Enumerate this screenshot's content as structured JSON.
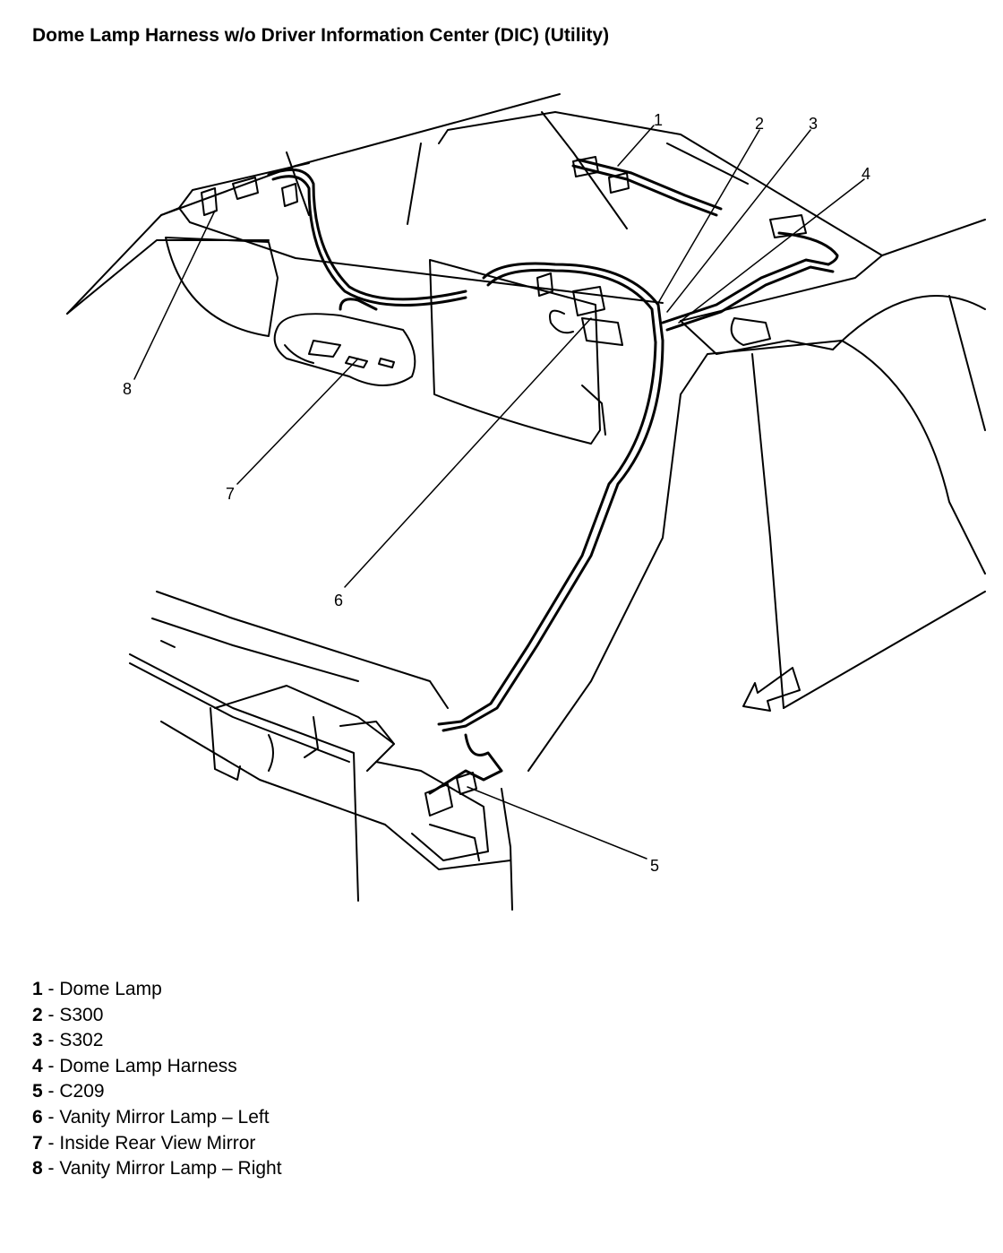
{
  "title": "Dome Lamp Harness w/o Driver Information Center (DIC) (Utility)",
  "callouts": [
    "1",
    "2",
    "3",
    "4",
    "5",
    "6",
    "7",
    "8"
  ],
  "legend": [
    {
      "num": "1",
      "sep": " - ",
      "label": "Dome Lamp"
    },
    {
      "num": "2",
      "sep": " - ",
      "label": "S300"
    },
    {
      "num": "3",
      "sep": " - ",
      "label": "S302"
    },
    {
      "num": "4",
      "sep": " - ",
      "label": "Dome Lamp Harness"
    },
    {
      "num": "5",
      "sep": " - ",
      "label": "C209"
    },
    {
      "num": "6",
      "sep": " - ",
      "label": "Vanity Mirror Lamp – Left"
    },
    {
      "num": "7",
      "sep": " - ",
      "label": "Inside Rear View Mirror"
    },
    {
      "num": "8",
      "sep": " - ",
      "label": "Vanity Mirror Lamp – Right"
    }
  ]
}
